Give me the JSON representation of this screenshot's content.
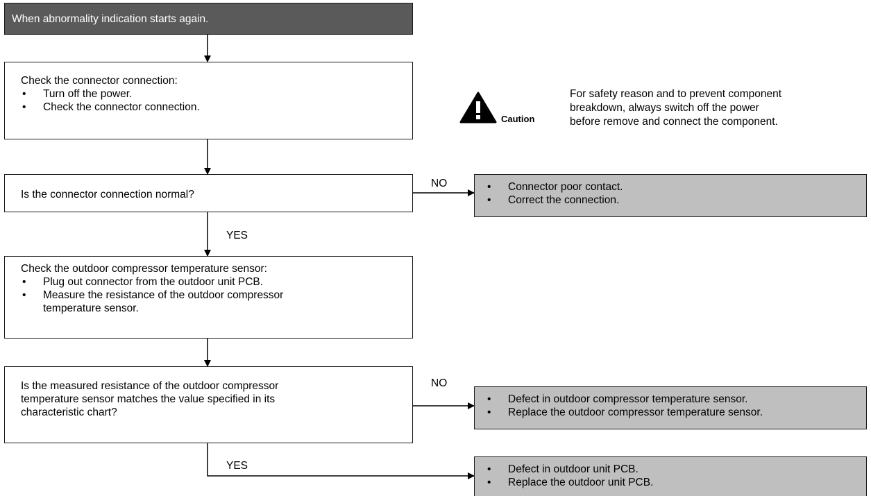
{
  "start": {
    "text": "When abnormality indication starts again."
  },
  "step1": {
    "title": "Check the connector connection:",
    "bullets": [
      "Turn off the power.",
      "Check the connector connection."
    ]
  },
  "caution": {
    "word": "Caution",
    "note": [
      "For safety reason and to prevent component",
      "breakdown, always switch off the power",
      "before remove and connect the component."
    ]
  },
  "decision1": {
    "text": "Is the connector connection normal?"
  },
  "result1": {
    "bullets": [
      "Connector poor contact.",
      "Correct the connection."
    ]
  },
  "step2": {
    "title": "Check the outdoor compressor temperature sensor:",
    "bullets": [
      "Plug out connector from the outdoor unit PCB.",
      "Measure the resistance of the outdoor compressor",
      "temperature sensor."
    ]
  },
  "decision2": {
    "lines": [
      "Is the measured resistance of the outdoor compressor",
      "temperature sensor matches the value specified in its",
      "characteristic chart?"
    ]
  },
  "result2": {
    "bullets": [
      "Defect in outdoor compressor temperature sensor.",
      "Replace the outdoor compressor temperature sensor."
    ]
  },
  "result3": {
    "bullets": [
      "Defect in outdoor unit PCB.",
      "Replace the outdoor unit PCB."
    ]
  },
  "labels": {
    "no1": "NO",
    "yes1": "YES",
    "no2": "NO",
    "yes2": "YES"
  }
}
